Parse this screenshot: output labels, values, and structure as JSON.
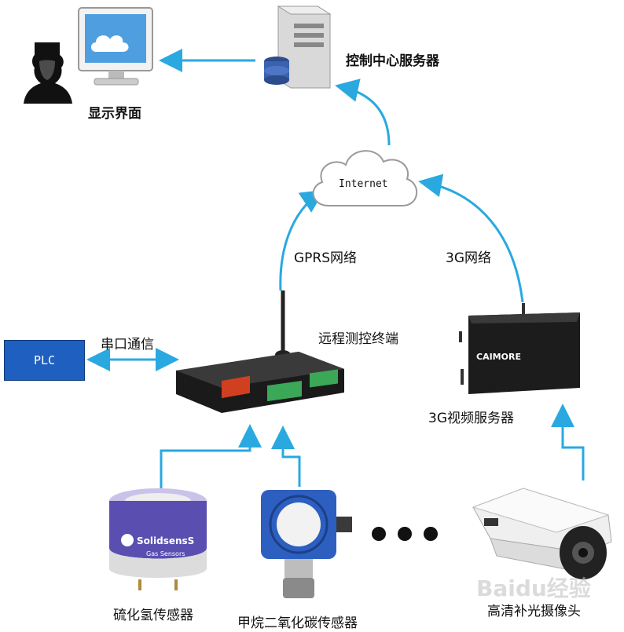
{
  "labels": {
    "display": "显示界面",
    "server": "控制中心服务器",
    "internet": "Internet",
    "gprs": "GPRS网络",
    "g3": "3G网络",
    "rtu": "远程测控终端",
    "serial": "串口通信",
    "plc": "PLC",
    "video_server": "3G视频服务器",
    "sensor1": "硫化氢传感器",
    "sensor2": "甲烷二氧化碳传感器",
    "camera": "高清补光摄像头",
    "sensor1_brand": "SolidsensS",
    "sensor1_sub": "Gas Sensors",
    "video_brand": "CAIMORE",
    "watermark": "Baidu经验"
  },
  "colors": {
    "arrow": "#29a9e0",
    "plc": "#1f5fbf",
    "device": "#1a1a1a",
    "terminal": "#3aa856"
  }
}
